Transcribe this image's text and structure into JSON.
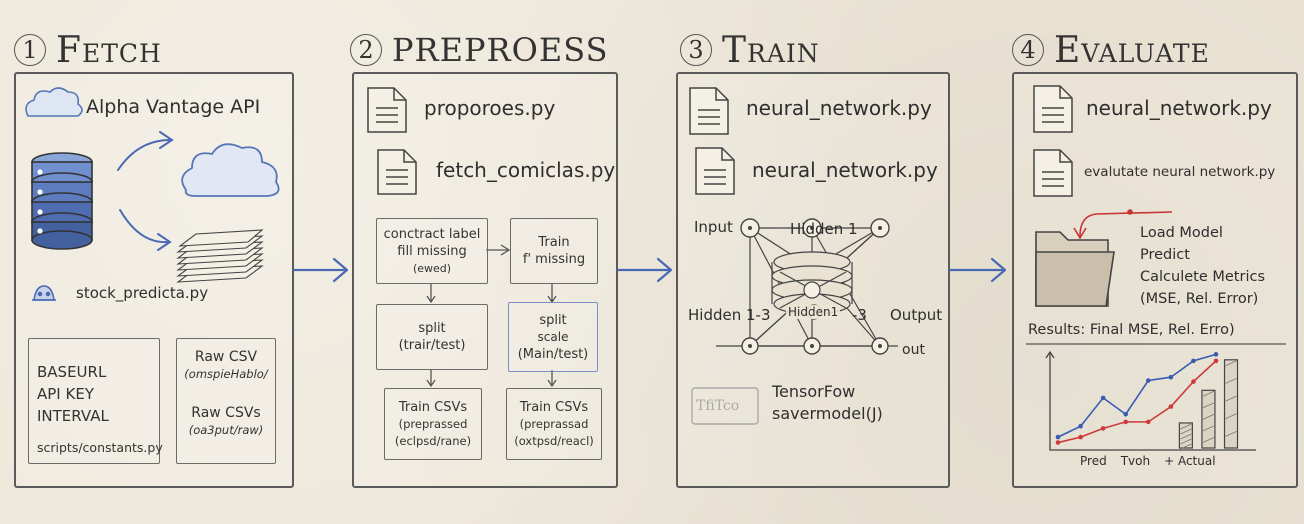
{
  "stages": [
    {
      "num": "1",
      "title": "Fetch"
    },
    {
      "num": "2",
      "title": "PREPROESS"
    },
    {
      "num": "3",
      "title": "Train"
    },
    {
      "num": "4",
      "title": "Evaluate"
    }
  ],
  "fetch": {
    "api_label": "Alpha Vantage API",
    "script_label": "stock_predicta.py",
    "constants": [
      "BASEURL",
      "API KEY",
      "INTERVAL"
    ],
    "constants_file": "scripts/constants.py",
    "raw1_title": "Raw CSV",
    "raw1_sub": "(omspieHablo/",
    "raw2_title": "Raw CSVs",
    "raw2_sub": "(oa3put/raw)"
  },
  "preprocess": {
    "file1": "proporoes.py",
    "file2": "fetch_comiclas.py",
    "boxA": [
      "conctract label",
      "fill missing",
      "(ewed)"
    ],
    "boxB": [
      "Train",
      "f' missing"
    ],
    "boxC": [
      "split",
      "(trair/test)"
    ],
    "boxD": [
      "split",
      "scale",
      "(Main/test)"
    ],
    "boxE": [
      "Train CSVs",
      "(preprassed",
      "(eclpsd/rane)"
    ],
    "boxF": [
      "Train CSVs",
      "(preprassad",
      "(oxtpsd/reacl)"
    ]
  },
  "train": {
    "file1": "neural_network.py",
    "file2": "neural_network.py",
    "input_label": "Input",
    "hidden1_label": "Hidden 1",
    "hidden13_label": "Hidden 1-3",
    "hidden_center": "Hidden1",
    "minus3": "-3",
    "output_label": "Output",
    "out_label": "out",
    "tf_logo": "TfiTco",
    "tf_line1": "TensorFow",
    "tf_line2": "savermodel(J)"
  },
  "evaluate": {
    "file1": "neural_network.py",
    "file2": "evalutate neural network.py",
    "steps": [
      "Load Model",
      "Predict",
      "Calculete Metrics",
      "(MSE, Rel. Error)"
    ],
    "results": "Results: Final MSE, Rel. Erro)",
    "legend": [
      "Pred",
      "Tvoh",
      "+ Actual"
    ]
  },
  "colors": {
    "ink": "#333333",
    "arrow_blue": "#4a69b4",
    "db_blue": "#6f8fcf",
    "series_blue": "#3a5cb0",
    "series_red": "#cc3a3a"
  },
  "chart_data": {
    "type": "line",
    "title": "",
    "xlabel": "",
    "ylabel": "",
    "x": [
      1,
      2,
      3,
      4,
      5,
      6,
      7,
      8
    ],
    "series": [
      {
        "name": "Pred",
        "values": [
          1.0,
          2.0,
          4.6,
          3.1,
          6.2,
          6.5,
          8.0,
          8.6
        ]
      },
      {
        "name": "Tvoh",
        "values": [
          0.5,
          1.0,
          1.8,
          2.4,
          2.4,
          3.8,
          6.1,
          8.0
        ]
      }
    ],
    "bars": [
      {
        "name": "+ Actual",
        "x": 6.2,
        "value": 2.3
      },
      {
        "name": "+ Actual",
        "x": 7.2,
        "value": 5.3
      },
      {
        "name": "+ Actual",
        "x": 8.2,
        "value": 8.1
      }
    ],
    "ylim": [
      0,
      9
    ],
    "grid": false
  }
}
